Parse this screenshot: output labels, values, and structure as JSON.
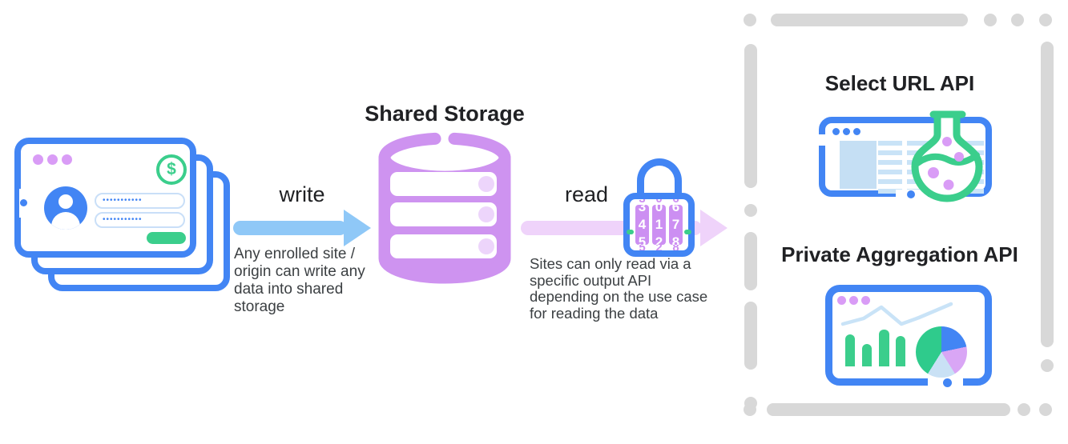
{
  "colors": {
    "blue": "#4285F4",
    "sky": "#8FC8F7",
    "pink": "#EFD3FA",
    "purple": "#CE93F0",
    "purple_soft": "#EDD5FB",
    "lilac": "#D99CF6",
    "mint": "#3BCE8C",
    "dial_purple": "#CC8FF2",
    "ink": "#202124",
    "body_text": "#3C4043",
    "dash_gray": "#D8D8D8",
    "input_border": "#C9DFF8",
    "light_blue_fill": "#C5DFF4",
    "light_blue_line": "#C9E3F7",
    "pie_blue": "#4285F4",
    "pie_purple": "#D9A6F5",
    "pie_lightblue": "#C9E1F5",
    "pie_green": "#2FCB8C"
  },
  "site_window": {
    "password_mask": "•••••••••••",
    "dollar_symbol": "$"
  },
  "write": {
    "label": "write",
    "note": "Any enrolled site /\norigin can write any\ndata into shared\nstorage"
  },
  "storage": {
    "title": "Shared Storage"
  },
  "read": {
    "label": "read",
    "note": "Sites can only read via a\nspecific output API\ndepending on the use case\nfor reading the data"
  },
  "lock": {
    "dial_top": [
      "3",
      "0",
      "6"
    ],
    "dial_center": [
      "4",
      "1",
      "7"
    ],
    "dial_bottom": [
      "5",
      "2",
      "8"
    ]
  },
  "outputs": {
    "select_url": {
      "title": "Select URL API"
    },
    "private_aggregation": {
      "title": "Private Aggregation API"
    }
  }
}
